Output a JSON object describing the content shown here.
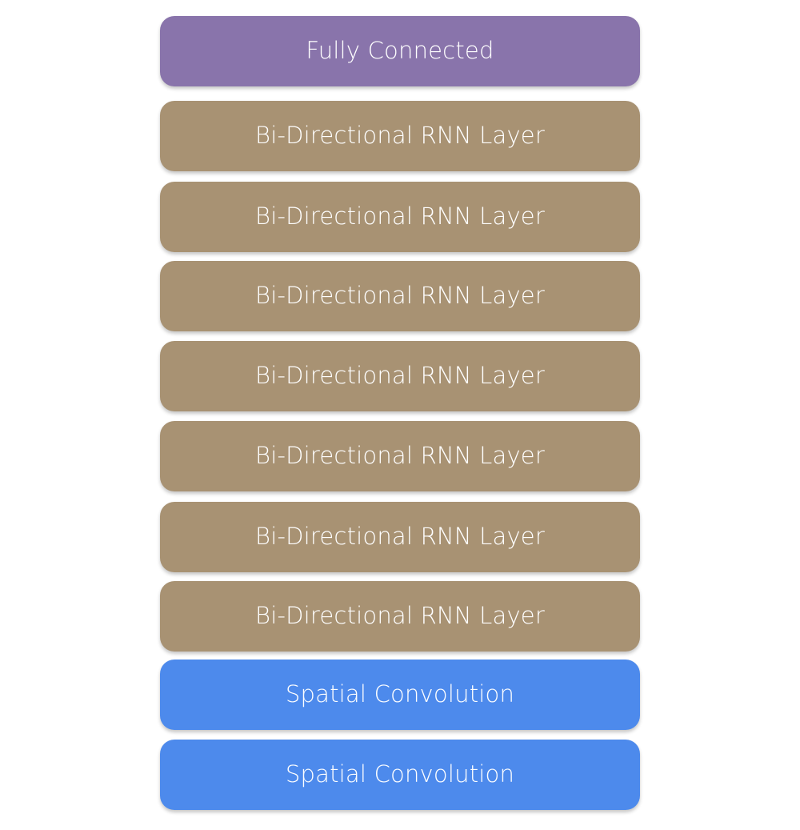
{
  "diagram": {
    "colors": {
      "fully_connected": "#8974AB",
      "rnn": "#A89273",
      "conv": "#4D8AEC"
    },
    "layers": [
      {
        "label": "Fully Connected",
        "kind": "fully_connected"
      },
      {
        "label": "Bi-Directional RNN Layer",
        "kind": "rnn"
      },
      {
        "label": "Bi-Directional RNN Layer",
        "kind": "rnn"
      },
      {
        "label": "Bi-Directional RNN Layer",
        "kind": "rnn"
      },
      {
        "label": "Bi-Directional RNN Layer",
        "kind": "rnn"
      },
      {
        "label": "Bi-Directional RNN Layer",
        "kind": "rnn"
      },
      {
        "label": "Bi-Directional RNN Layer",
        "kind": "rnn"
      },
      {
        "label": "Bi-Directional RNN Layer",
        "kind": "rnn"
      },
      {
        "label": "Spatial Convolution",
        "kind": "conv"
      },
      {
        "label": "Spatial Convolution",
        "kind": "conv"
      }
    ]
  }
}
